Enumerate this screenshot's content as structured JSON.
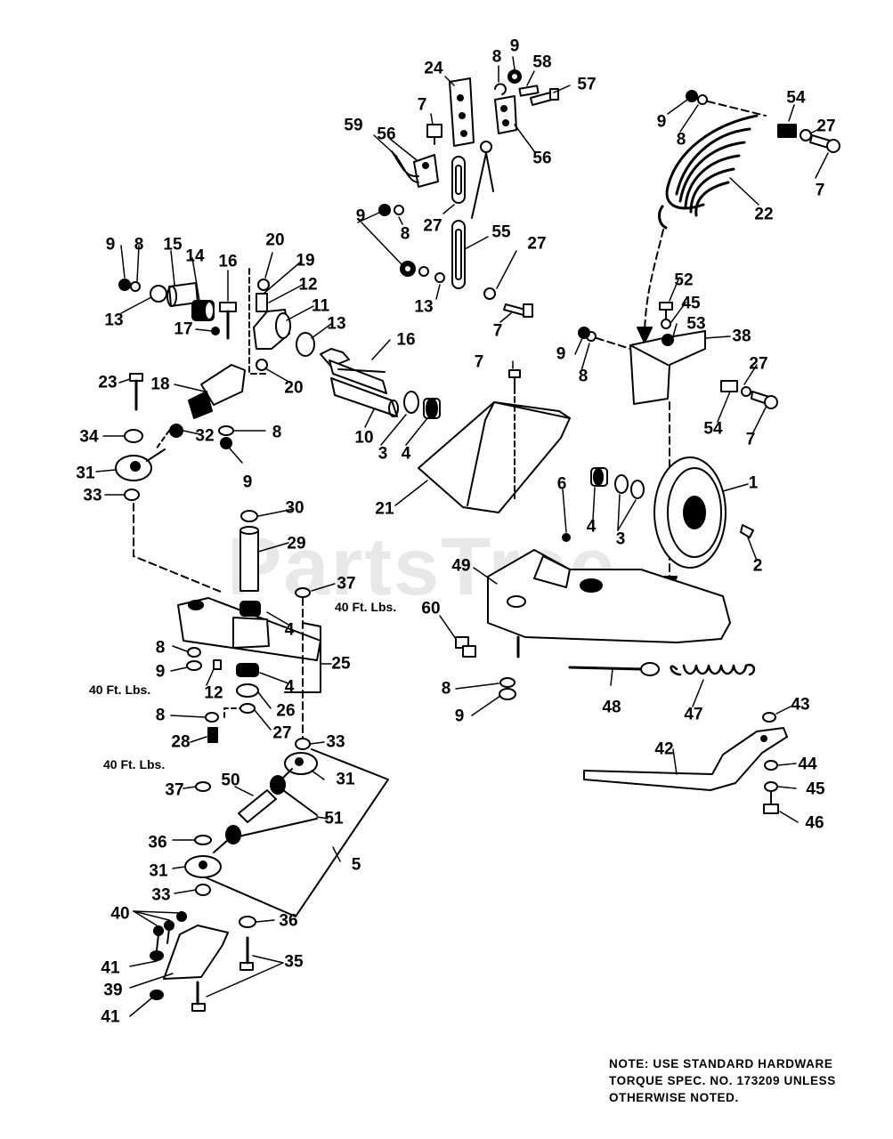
{
  "watermark": "PartsTree",
  "torque_label": "40 Ft. Lbs.",
  "note_lines": [
    "NOTE:  USE STANDARD HARDWARE",
    "TORQUE SPEC. NO. 173209 UNLESS",
    "OTHERWISE NOTED."
  ],
  "callouts": {
    "c_9a": "9",
    "c_8a": "8",
    "c_58": "58",
    "c_57": "57",
    "c_24": "24",
    "c_7a": "7",
    "c_59": "59",
    "c_56a": "56",
    "c_56b": "56",
    "c_9b": "9",
    "c_8b": "8",
    "c_27a": "27",
    "c_55": "55",
    "c_27b": "27",
    "c_13a": "13",
    "c_7b": "7",
    "c_9c": "9",
    "c_8c": "8",
    "c_54a": "54",
    "c_27c": "27",
    "c_7c": "7",
    "c_22": "22",
    "c_9d": "9",
    "c_8d": "8",
    "c_15": "15",
    "c_14": "14",
    "c_16a": "16",
    "c_20a": "20",
    "c_19": "19",
    "c_12a": "12",
    "c_11": "11",
    "c_13b": "13",
    "c_13c": "13",
    "c_17": "17",
    "c_16b": "16",
    "c_20b": "20",
    "c_23": "23",
    "c_18": "18",
    "c_32": "32",
    "c_8e": "8",
    "c_34": "34",
    "c_9e": "9",
    "c_31a": "31",
    "c_33a": "33",
    "c_10": "10",
    "c_3a": "3",
    "c_4a": "4",
    "c_52": "52",
    "c_45a": "45",
    "c_53": "53",
    "c_38": "38",
    "c_9f": "9",
    "c_8f": "8",
    "c_7d": "7",
    "c_27d": "27",
    "c_54b": "54",
    "c_7e": "7",
    "c_21": "21",
    "c_6": "6",
    "c_4b": "4",
    "c_3b": "3",
    "c_1": "1",
    "c_2": "2",
    "c_30": "30",
    "c_29": "29",
    "c_37a": "37",
    "c_49": "49",
    "c_60": "60",
    "c_4c": "4",
    "c_8g": "8",
    "c_9g": "9",
    "c_12b": "12",
    "c_25": "25",
    "c_4d": "4",
    "c_26": "26",
    "c_8h": "8",
    "c_27e": "27",
    "c_28": "28",
    "c_33b": "33",
    "c_8i": "8",
    "c_9h": "9",
    "c_48": "48",
    "c_47": "47",
    "c_43": "43",
    "c_42": "42",
    "c_44": "44",
    "c_45b": "45",
    "c_46": "46",
    "c_37b": "37",
    "c_50": "50",
    "c_31b": "31",
    "c_51": "51",
    "c_36a": "36",
    "c_5": "5",
    "c_31c": "31",
    "c_33c": "33",
    "c_40": "40",
    "c_36b": "36",
    "c_41a": "41",
    "c_35": "35",
    "c_39": "39",
    "c_41b": "41"
  }
}
